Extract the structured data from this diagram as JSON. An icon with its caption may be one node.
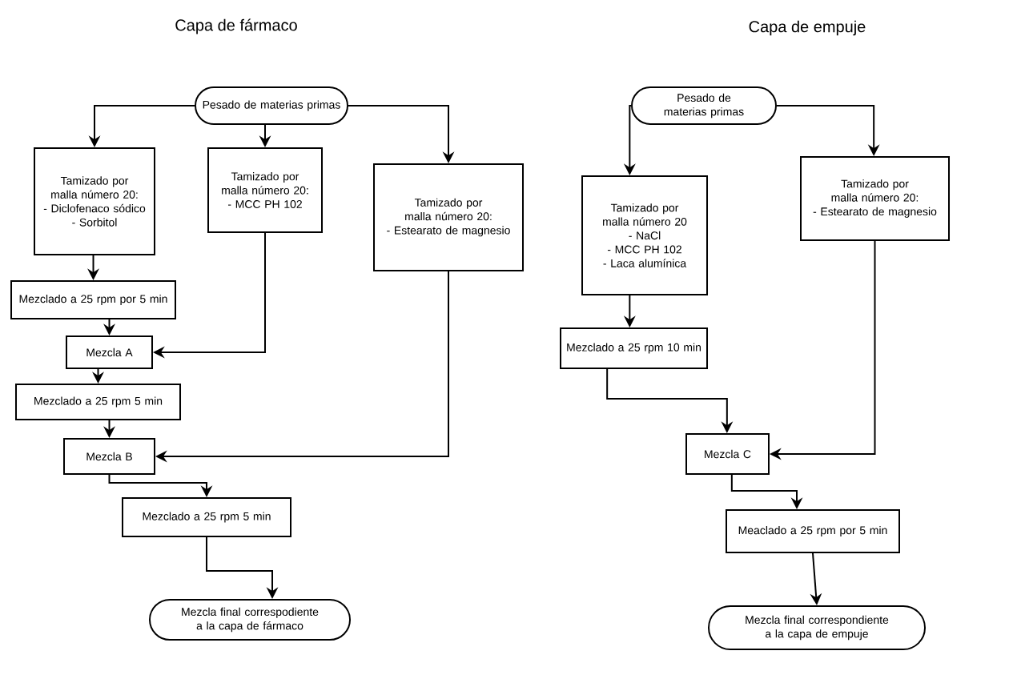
{
  "diagram": {
    "nodes": [
      {
        "text": [
          "Pesado de materias primas"
        ]
      },
      {
        "text": [
          "Tamizado por malla número 20:",
          "- Diclofenaco sódico",
          "- Sorbitol"
        ]
      },
      {
        "text": [
          "Tamizado por malla número 20:",
          "- MCC PH 102"
        ]
      },
      {
        "text": [
          "Tamizado por malla número 20:",
          "- Estearato de magnesio"
        ]
      },
      {
        "text": [
          "Mezclado a 25 rpm por 5 min"
        ]
      },
      {
        "text": [
          "Mezcla A"
        ]
      },
      {
        "text": [
          "Mezclado a 25 rpm 5 min"
        ]
      },
      {
        "text": [
          "Mezcla B"
        ]
      },
      {
        "text": [
          "Mezclado a 25 rpm 5 min"
        ]
      },
      {
        "text": [
          "Mezcla final correspodiente a la capa de fármaco"
        ]
      },
      {
        "text": [
          "Pesado de materias primas"
        ]
      },
      {
        "text": [
          "Tamizado por malla número 20",
          "- NaCl",
          "- MCC PH 102",
          "- Laca alumínica"
        ]
      },
      {
        "text": [
          "Tamizado por malla número 20:",
          "- Estearato de magnesio"
        ]
      },
      {
        "text": [
          "Mezclado a 25 rpm 10 min"
        ]
      },
      {
        "text": [
          "Mezcla C"
        ]
      },
      {
        "text": [
          "Meaclado a 25 rpm por 5 min"
        ]
      },
      {
        "text": [
          "Mezcla final correspondiente a la capa de empuje"
        ]
      }
    ],
    "edges": [
      {
        "from": 0,
        "to": 1,
        "arrow": "to"
      },
      {
        "from": 0,
        "to": 2,
        "arrow": "to"
      },
      {
        "from": 0,
        "to": 3,
        "arrow": "to"
      },
      {
        "from": 1,
        "to": 4,
        "arrow": "to"
      },
      {
        "from": 4,
        "to": 5,
        "arrow": "to"
      },
      {
        "from": 2,
        "to": 5,
        "arrow": "to"
      },
      {
        "from": 5,
        "to": 6,
        "arrow": "to"
      },
      {
        "from": 6,
        "to": 7,
        "arrow": "to"
      },
      {
        "from": 3,
        "to": 7,
        "arrow": "to"
      },
      {
        "from": 7,
        "to": 8,
        "arrow": "to"
      },
      {
        "from": 8,
        "to": 9,
        "arrow": "to"
      },
      {
        "from": 10,
        "to": 11,
        "arrow": "to"
      },
      {
        "from": 10,
        "to": 12,
        "arrow": "to"
      },
      {
        "from": 11,
        "to": 13,
        "arrow": "to"
      },
      {
        "from": 13,
        "to": 14,
        "arrow": "to"
      },
      {
        "from": 12,
        "to": 14,
        "arrow": "to"
      },
      {
        "from": 14,
        "to": 15,
        "arrow": "to"
      },
      {
        "from": 15,
        "to": 16,
        "arrow": "to"
      }
    ],
    "labels": [
      "Capa de fármaco",
      "Capa de empuje"
    ]
  }
}
